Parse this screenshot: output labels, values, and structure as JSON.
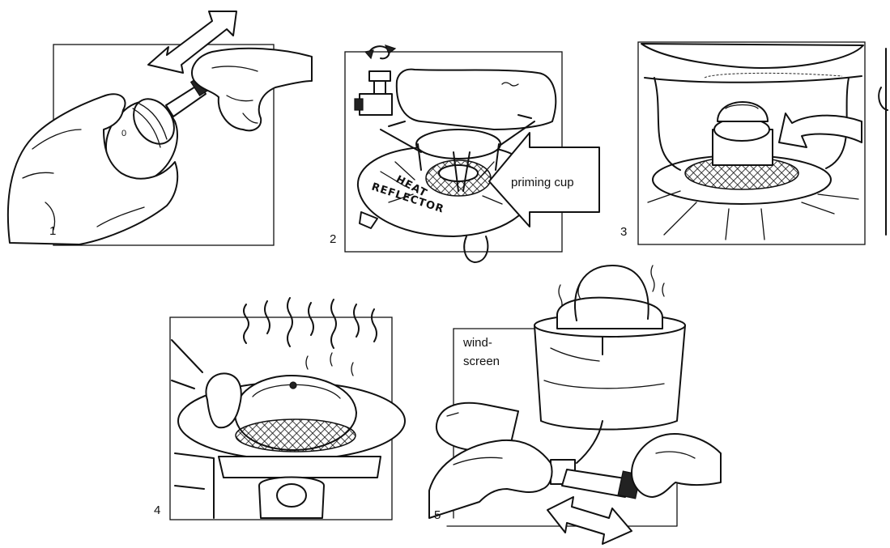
{
  "panels": [
    {
      "number": "1"
    },
    {
      "number": "2",
      "labels": {
        "priming_cup": "priming cup",
        "heat": "HEAT",
        "reflector": "REFLECTOR"
      }
    },
    {
      "number": "3"
    },
    {
      "number": "4"
    },
    {
      "number": "5",
      "labels": {
        "windscreen_line1": "wind-",
        "windscreen_line2": "screen"
      }
    }
  ]
}
